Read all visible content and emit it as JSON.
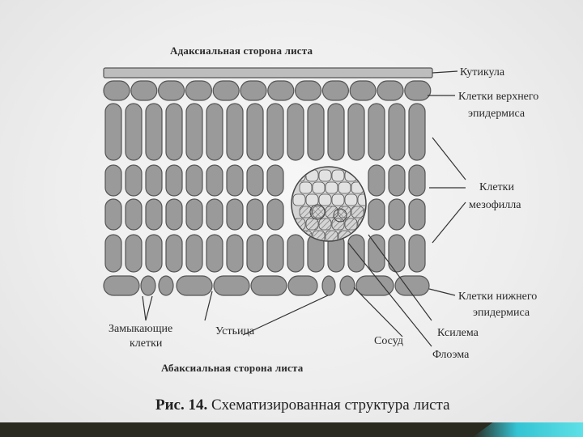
{
  "figure": {
    "top_label": "Адаксиальная сторона листа",
    "bottom_label": "Абаксиальная сторона листа",
    "caption_number": "Рис. 14.",
    "caption_text": "Схематизированная структура листа"
  },
  "labels": {
    "cuticle": "Кутикула",
    "upper_epidermis_1": "Клетки верхнего",
    "upper_epidermis_2": "эпидермиса",
    "mesophyll_1": "Клетки",
    "mesophyll_2": "мезофилла",
    "lower_epidermis_1": "Клетки нижнего",
    "lower_epidermis_2": "эпидермиса",
    "guard_cells_1": "Замыкающие",
    "guard_cells_2": "клетки",
    "stomata": "Устьица",
    "vessel": "Сосуд",
    "xylem": "Ксилема",
    "phloem": "Флоэма"
  },
  "colors": {
    "cell_fill": "#9a9a9a",
    "cell_stroke": "#555555",
    "line": "#333333",
    "footer_dark": "#2b2a20",
    "footer_accent": "#34c4d4"
  }
}
